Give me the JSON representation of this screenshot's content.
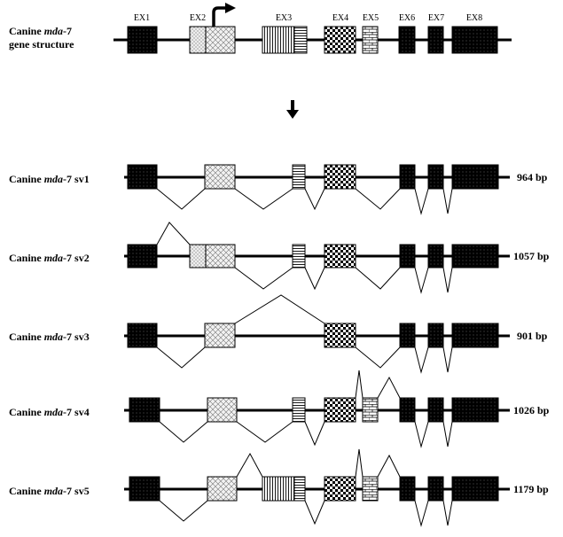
{
  "gene": {
    "label_line1_prefix": "Canine ",
    "label_line1_gene": "mda",
    "label_line1_suffix": "-7",
    "label_line2": "gene structure",
    "exon_labels": [
      "EX1",
      "EX2",
      "EX3",
      "EX4",
      "EX5",
      "EX6",
      "EX7",
      "EX8"
    ]
  },
  "variants": [
    {
      "prefix": "Canine ",
      "gene": "mda",
      "suffix": "-7 sv1",
      "size": "964 bp"
    },
    {
      "prefix": "Canine ",
      "gene": "mda",
      "suffix": "-7 sv2",
      "size": "1057 bp"
    },
    {
      "prefix": "Canine ",
      "gene": "mda",
      "suffix": "-7 sv3",
      "size": "901 bp"
    },
    {
      "prefix": "Canine ",
      "gene": "mda",
      "suffix": "-7 sv4",
      "size": "1026 bp"
    },
    {
      "prefix": "Canine ",
      "gene": "mda",
      "suffix": "-7 sv5",
      "size": "1179 bp"
    }
  ],
  "colors": {
    "ink": "#000000",
    "light": "#d9d9d9",
    "background": "#ffffff"
  }
}
